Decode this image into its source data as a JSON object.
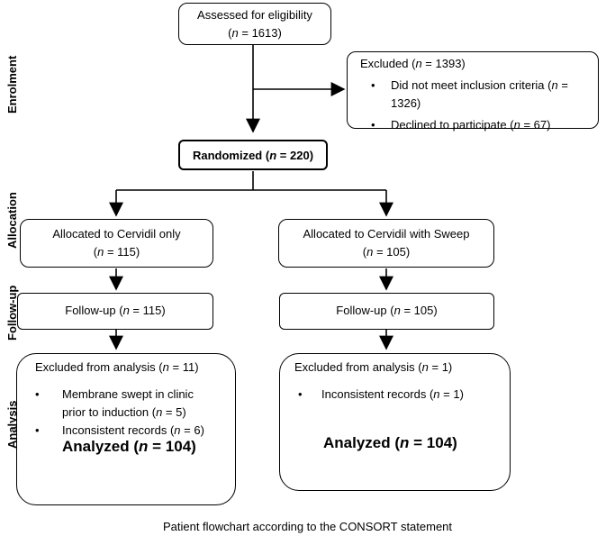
{
  "stages": {
    "enrolment": "Enrolment",
    "allocation": "Allocation",
    "followup": "Follow-up",
    "analysis": "Analysis"
  },
  "assessed": {
    "text": "Assessed for eligibility",
    "n": "1613"
  },
  "excluded": {
    "title": "Excluded",
    "n": "1393",
    "items": [
      {
        "text": "Did not meet inclusion criteria",
        "n": "1326"
      },
      {
        "text": "Declined to participate",
        "n": "67"
      }
    ]
  },
  "randomized": {
    "text": "Randomized",
    "n": "220"
  },
  "arm_left": {
    "allocated": "Allocated to Cervidil only",
    "allocated_n": "115",
    "followup": "Follow-up",
    "followup_n": "115",
    "excluded_title": "Excluded from analysis",
    "excluded_n": "11",
    "items": [
      {
        "line1": "Membrane swept in clinic",
        "line2": "prior to induction",
        "n": "5"
      },
      {
        "text": "Inconsistent records",
        "n": "6"
      }
    ],
    "analyzed": "Analyzed",
    "analyzed_n": "104"
  },
  "arm_right": {
    "allocated": "Allocated to Cervidil with Sweep",
    "allocated_n": "105",
    "followup": "Follow-up",
    "followup_n": "105",
    "excluded_title": "Excluded from analysis",
    "excluded_n": "1",
    "items": [
      {
        "text": "Inconsistent records",
        "n": "1"
      }
    ],
    "analyzed": "Analyzed",
    "analyzed_n": "104"
  },
  "caption": "Patient flowchart according to the CONSORT statement"
}
